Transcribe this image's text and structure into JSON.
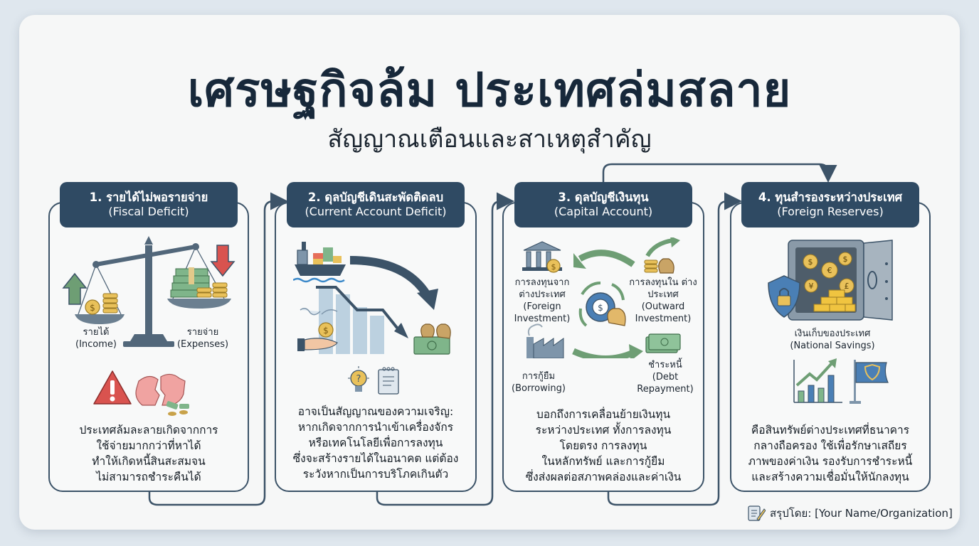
{
  "header": {
    "title": "เศรษฐกิจล้ม ประเทศล่มสลาย",
    "subtitle": "สัญญาณเตือนและสาเหตุสำคัญ"
  },
  "cards": [
    {
      "title_th": "1. รายได้ไม่พอรายจ่าย",
      "title_en": "(Fiscal Deficit)",
      "labels": [
        {
          "th": "รายได้",
          "en": "(Income)"
        },
        {
          "th": "รายจ่าย",
          "en": "(Expenses)"
        }
      ],
      "icons": [
        "balance-scale-icon",
        "arrow-up-icon",
        "arrow-down-icon",
        "coins-icon",
        "cash-stack-icon",
        "warning-icon",
        "broken-piggy-bank-icon"
      ],
      "description": [
        "ประเทศล้มละลายเกิดจากการ",
        "ใช้จ่ายมากกว่าที่หาได้",
        "ทำให้เกิดหนี้สินสะสมจน",
        "ไม่สามารถชำระคืนได้"
      ]
    },
    {
      "title_th": "2. ดุลบัญชีเดินสะพัดติดลบ",
      "title_en": "(Current Account Deficit)",
      "icons": [
        "cargo-ship-icon",
        "declining-chart-icon",
        "curved-arrow-icon",
        "hand-coin-icon",
        "money-bags-icon",
        "lightbulb-question-icon",
        "notepad-icon"
      ],
      "description": [
        "อาจเป็นสัญญาณของความเจริญ:",
        "หากเกิดจากการนำเข้าเครื่องจักร",
        "หรือเทคโนโลยีเพื่อการลงทุน",
        "ซึ่งจะสร้างรายได้ในอนาคต แต่ต้อง",
        "ระวังหากเป็นการบริโภคเกินตัว"
      ]
    },
    {
      "title_th": "3. ดุลบัญชีเงินทุน",
      "title_en": "(Capital Account)",
      "labels": [
        {
          "th": "การลงทุนจาก ต่างประเทศ",
          "en": "(Foreign Investment)"
        },
        {
          "th": "การลงทุนใน ต่างประเทศ",
          "en": "(Outward Investment)"
        },
        {
          "th": "การกู้ยืม",
          "en": "(Borrowing)"
        },
        {
          "th": "ชำระหนี้",
          "en": "(Debt Repayment)"
        }
      ],
      "icons": [
        "bank-building-icon",
        "coins-bag-icon",
        "gear-dollar-icon",
        "factory-icon",
        "banknotes-icon"
      ],
      "description": [
        "บอกถึงการเคลื่อนย้ายเงินทุน",
        "ระหว่างประเทศ ทั้งการลงทุน",
        "โดยตรง การลงทุน",
        "ในหลักทรัพย์ และการกู้ยืม",
        "ซึ่งส่งผลต่อสภาพคล่องและค่าเงิน"
      ]
    },
    {
      "title_th": "4. ทุนสำรองระหว่างประเทศ",
      "title_en": "(Foreign Reserves)",
      "labels": [
        {
          "th": "เงินเก็บของประเทศ",
          "en": "(National Savings)"
        }
      ],
      "icons": [
        "vault-safe-icon",
        "shield-lock-icon",
        "growth-chart-icon",
        "flag-shield-icon"
      ],
      "description": [
        "คือสินทรัพย์ต่างประเทศที่ธนาคาร",
        "กลางถือครอง ใช้เพื่อรักษาเสถียร",
        "ภาพของค่าเงิน รองรับการชำระหนี้",
        "และสร้างความเชื่อมั่นให้นักลงทุน"
      ]
    }
  ],
  "footer": {
    "label": "สรุปโดย: [Your Name/Organization]",
    "icon": "notepad-pencil-icon"
  },
  "colors": {
    "header_bg": "#2f4a63",
    "border": "#3c5368",
    "up_green": "#6e9e74",
    "down_red": "#d9534f",
    "coin_gold": "#e9c15a",
    "cash_green": "#7fb58a",
    "sheet_bg": "#f6f7f7",
    "page_bg": "#dfe7ee"
  }
}
